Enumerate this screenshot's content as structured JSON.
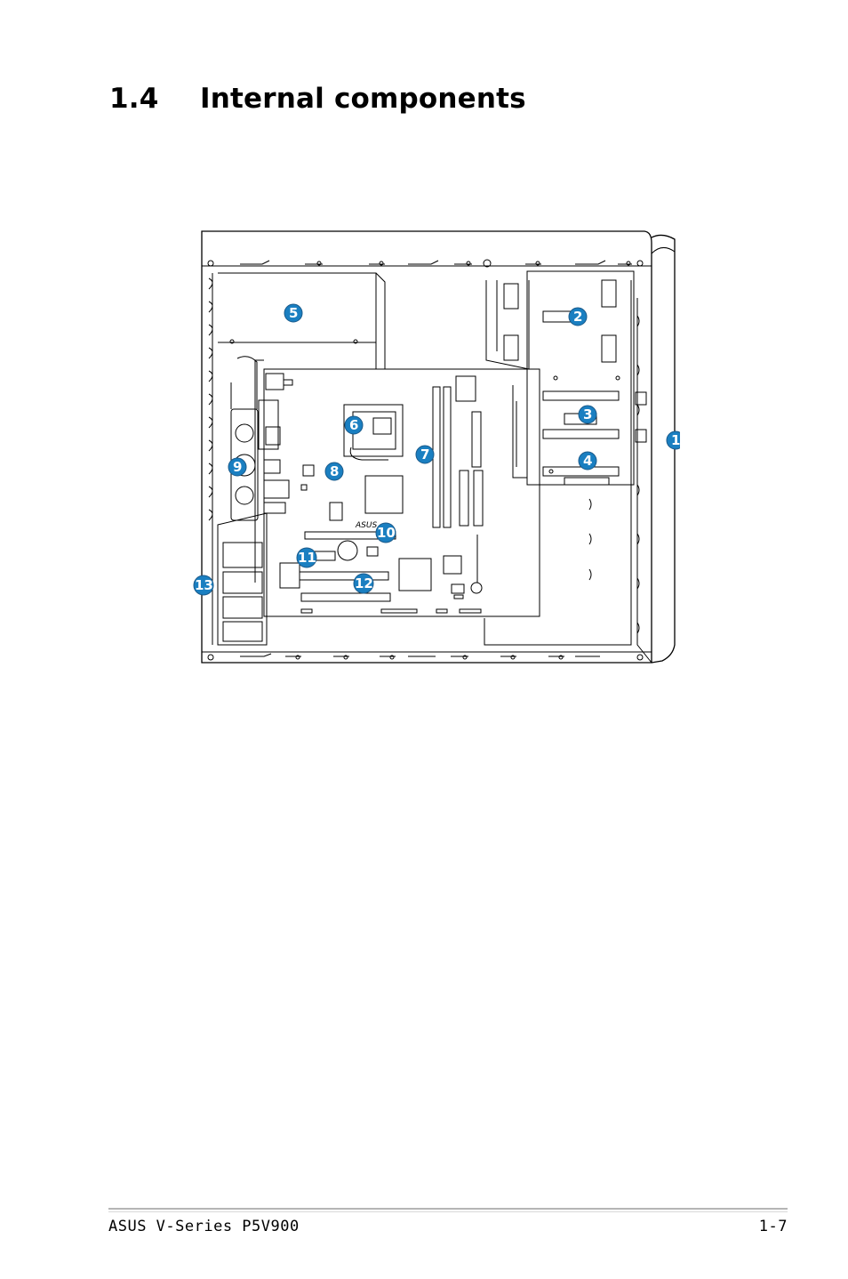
{
  "section": {
    "number": "1.4",
    "title": "Internal components"
  },
  "figure": {
    "brand_mark": "ASUS",
    "callouts": [
      "1",
      "2",
      "3",
      "4",
      "5",
      "6",
      "7",
      "8",
      "9",
      "10",
      "11",
      "12",
      "13"
    ],
    "callout_color": "#1a7fc1"
  },
  "footer": {
    "left": "ASUS V-Series P5V900",
    "right": "1-7"
  }
}
